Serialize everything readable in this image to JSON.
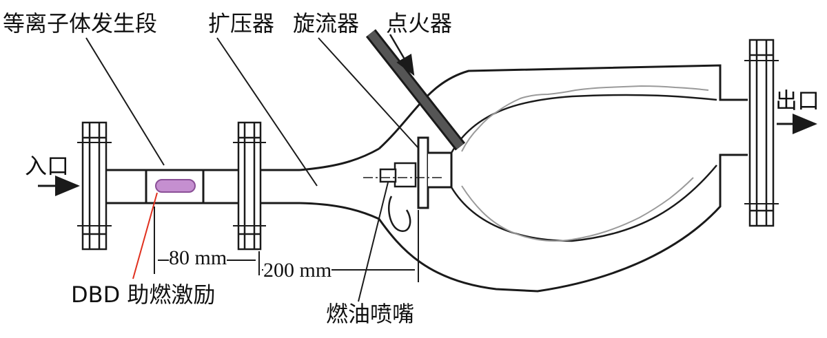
{
  "labels": {
    "plasma_section": "等离子体发生段",
    "diffuser": "扩压器",
    "swirler": "旋流器",
    "igniter": "点火器",
    "inlet": "入口",
    "outlet": "出口",
    "dbd": "DBD 助燃激励",
    "fuel_nozzle": "燃油喷嘴"
  },
  "dimensions": {
    "d1": "80 mm",
    "d2": "200 mm"
  },
  "colors": {
    "line": "#1a1a1a",
    "leader_red": "#e0301e",
    "dbd_fill": "#c58fd0",
    "dbd_stroke": "#8a4f96",
    "igniter_fill": "#555555",
    "flame": "#9a9a9a"
  }
}
